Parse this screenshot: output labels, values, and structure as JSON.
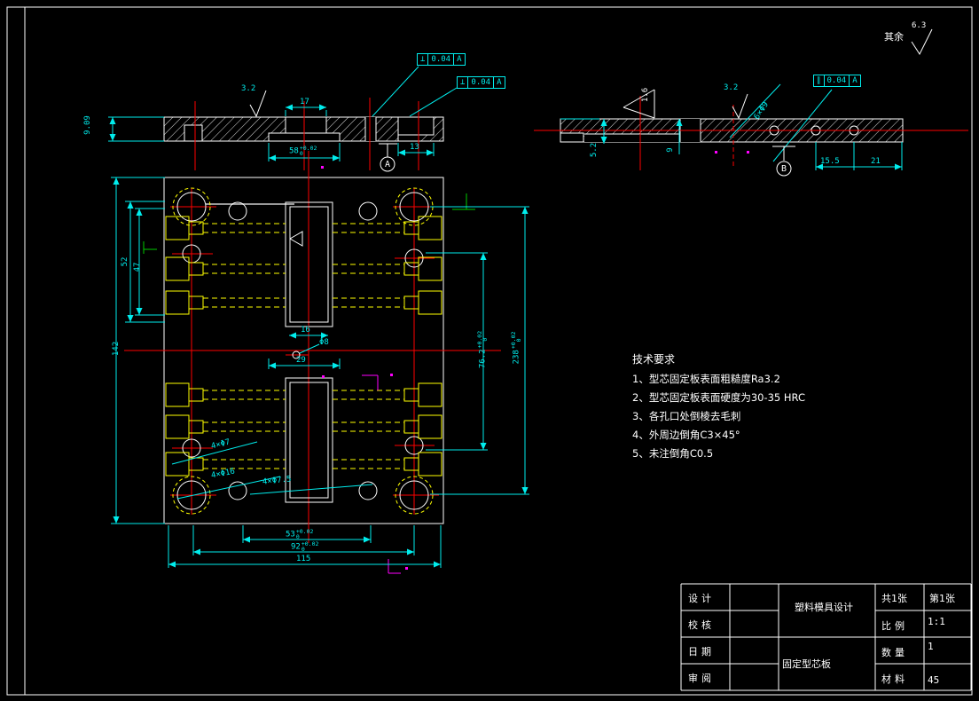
{
  "corner": {
    "label": "其余",
    "value": "6.3"
  },
  "fcf": {
    "f1": {
      "sym": "⊥",
      "tol": "0.04",
      "datum": "A"
    },
    "f2": {
      "sym": "⊥",
      "tol": "0.04",
      "datum": "A"
    },
    "f3": {
      "sym": "∥",
      "tol": "0.04",
      "datum": "A"
    }
  },
  "datums": {
    "a": "A",
    "b": "B"
  },
  "front": {
    "d17": "17",
    "ra": "3.2",
    "d58": "58",
    "t58u": "+0.02",
    "t58l": "0",
    "d13": "13",
    "d909": "9.09"
  },
  "side": {
    "d52": "5.2",
    "d9": "9",
    "d155": "15.5",
    "d21": "21",
    "ra32": "3.2",
    "ra16": "1.6",
    "holes": "6×Φ9"
  },
  "plan": {
    "d16": "16",
    "d29": "29",
    "dphi8": "Φ8",
    "d142": "142",
    "d52": "52",
    "d47": "47",
    "d53": "53",
    "t53u": "+0.02",
    "t53l": "0",
    "d92": "92",
    "t92u": "+0.02",
    "t92l": "0",
    "d115": "115",
    "d762": "76.2",
    "t762u": "+0.02",
    "t762l": "0",
    "d238": "238",
    "t238u": "+0.02",
    "t238l": "0",
    "leader1": "4×Φ7",
    "leader2": "4×Φ16",
    "leader3": "4×Φ7.5"
  },
  "tech": {
    "title": "技术要求",
    "items": [
      "1、型芯固定板表面粗糙度Ra3.2",
      "2、型芯固定板表面硬度为30-35 HRC",
      "3、各孔口处倒棱去毛刺",
      "4、外周边倒角C3×45°",
      "5、未注倒角C0.5"
    ]
  },
  "titleblock": {
    "r1": "设计",
    "r2": "校核",
    "r3": "日期",
    "r4": "审阅",
    "project": "塑料模具设计",
    "part": "固定型芯板",
    "sheets": "共1张",
    "sheetno": "第1张",
    "scale_l": "比例",
    "scale_v": "1:1",
    "qty_l": "数量",
    "qty_v": "1",
    "mat_l": "材料",
    "mat_v": "45"
  }
}
